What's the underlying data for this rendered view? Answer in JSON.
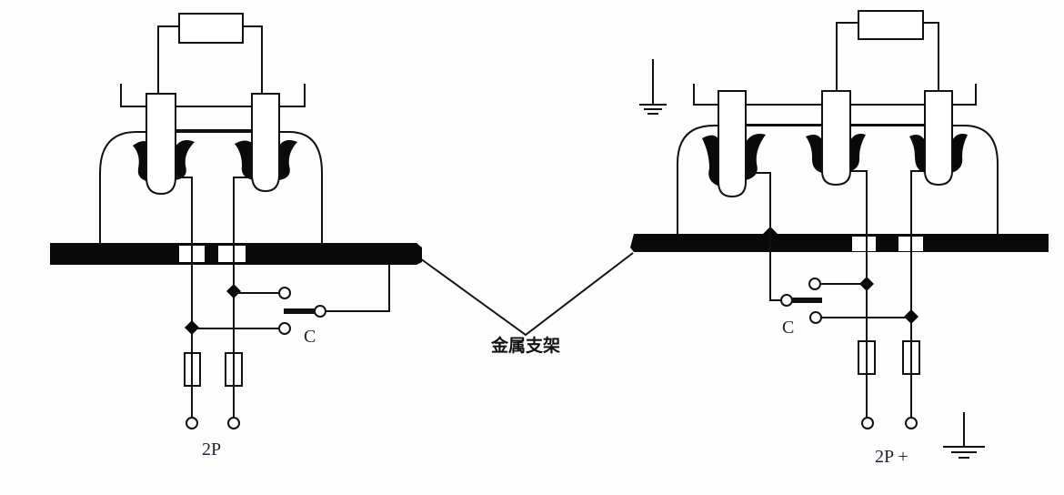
{
  "labels": {
    "left_switch": "C",
    "left_terminals": "2P",
    "support_bracket": "金属支架",
    "right_switch": "C",
    "right_terminals": "2P +"
  },
  "icons": [
    "ground-symbol-icon",
    "resistor-icon",
    "fuse-icon",
    "terminal-icon"
  ]
}
